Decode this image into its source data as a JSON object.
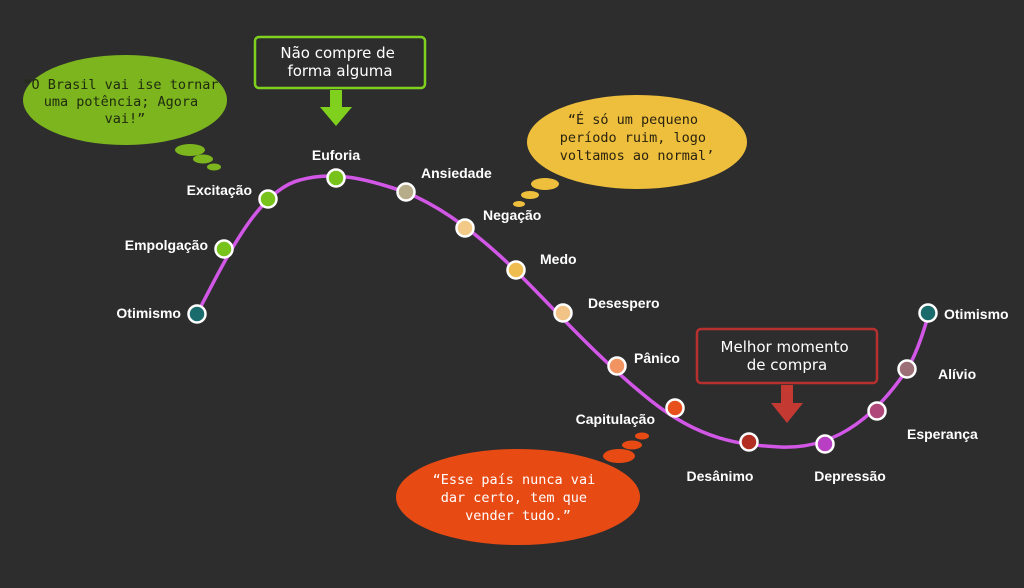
{
  "colors": {
    "background": "#2d2d2e",
    "curve": "#d257e6",
    "green_bubble": "#7cb51d",
    "yellow_bubble": "#eebf3c",
    "red_bubble": "#e84a13",
    "green_box_border": "#7fd11e",
    "red_box_border": "#b8302d",
    "red_arrow": "#c43a33"
  },
  "stages": [
    {
      "id": "otimismo-start",
      "label": "Otimismo",
      "color": "#1a6b6b"
    },
    {
      "id": "empolgacao",
      "label": "Empolgação",
      "color": "#78c21c"
    },
    {
      "id": "excitacao",
      "label": "Excitação",
      "color": "#78c21c"
    },
    {
      "id": "euforia",
      "label": "Euforia",
      "color": "#78c21c"
    },
    {
      "id": "ansiedade",
      "label": "Ansiedade",
      "color": "#b7ac8a"
    },
    {
      "id": "negacao",
      "label": "Negação",
      "color": "#f2c986"
    },
    {
      "id": "medo",
      "label": "Medo",
      "color": "#eebc4f"
    },
    {
      "id": "desespero",
      "label": "Desespero",
      "color": "#f2c386"
    },
    {
      "id": "panico",
      "label": "Pânico",
      "color": "#f29362"
    },
    {
      "id": "capitulacao",
      "label": "Capitulação",
      "color": "#e8501c"
    },
    {
      "id": "desanimo",
      "label": "Desânimo",
      "color": "#b32e22"
    },
    {
      "id": "depressao",
      "label": "Depressão",
      "color": "#b83fc4"
    },
    {
      "id": "esperanca",
      "label": "Esperança",
      "color": "#b0477a"
    },
    {
      "id": "alivio",
      "label": "Alívio",
      "color": "#9c6f76"
    },
    {
      "id": "otimismo-end",
      "label": "Otimismo",
      "color": "#1a6b6b"
    }
  ],
  "bubbles": {
    "green": {
      "lines": [
        "“O Brasil vai ise tornar",
        "uma potência; Agora",
        "vai!”"
      ]
    },
    "yellow": {
      "lines": [
        "“É só um pequeno",
        "período ruim, logo",
        "voltamos ao normal’"
      ]
    },
    "red": {
      "lines": [
        "“Esse país nunca vai",
        "dar certo, tem que",
        "vender tudo.”"
      ]
    }
  },
  "callouts": {
    "sell": {
      "lines": [
        "Não compre de",
        "forma alguma"
      ]
    },
    "buy": {
      "lines": [
        "Melhor momento",
        "de compra"
      ]
    }
  }
}
